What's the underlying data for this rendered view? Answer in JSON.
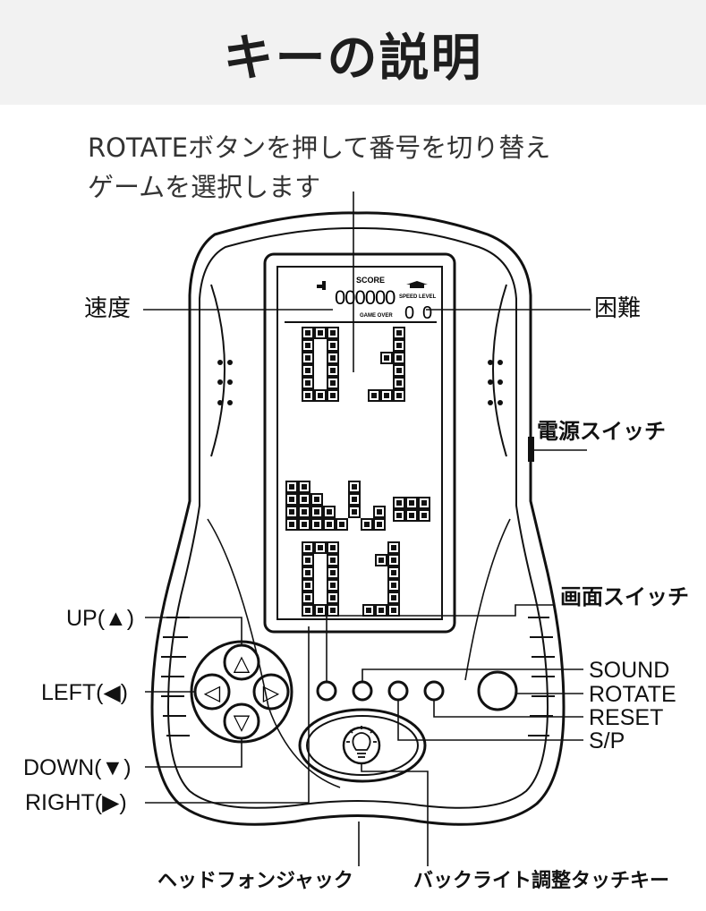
{
  "title": "キーの説明",
  "instructions": {
    "line1": "ROTATEボタンを押して番号を切り替え",
    "line2": "ゲームを選択します"
  },
  "screen": {
    "score_label": "SCORE",
    "score_value": "000000",
    "game_over": "GAME OVER",
    "speed_level_label": "SPEED LEVEL",
    "speed_value": "0",
    "level_value": "0"
  },
  "labels": {
    "speed": "速度",
    "difficulty": "困難",
    "power_switch": "電源スイッチ",
    "screen_switch": "画面スイッチ",
    "up": "UP(▲)",
    "left": "LEFT(◀)",
    "down": "DOWN(▼)",
    "right": "RIGHT(▶)",
    "sound": "SOUND",
    "rotate": "ROTATE",
    "reset": "RESET",
    "sp": "S/P",
    "headphone_jack": "ヘッドフォンジャック",
    "backlight_key": "バックライト調整タッチキー"
  },
  "dpad_icons": {
    "up": "△",
    "left": "◁",
    "right": "▷",
    "down": "▽"
  }
}
